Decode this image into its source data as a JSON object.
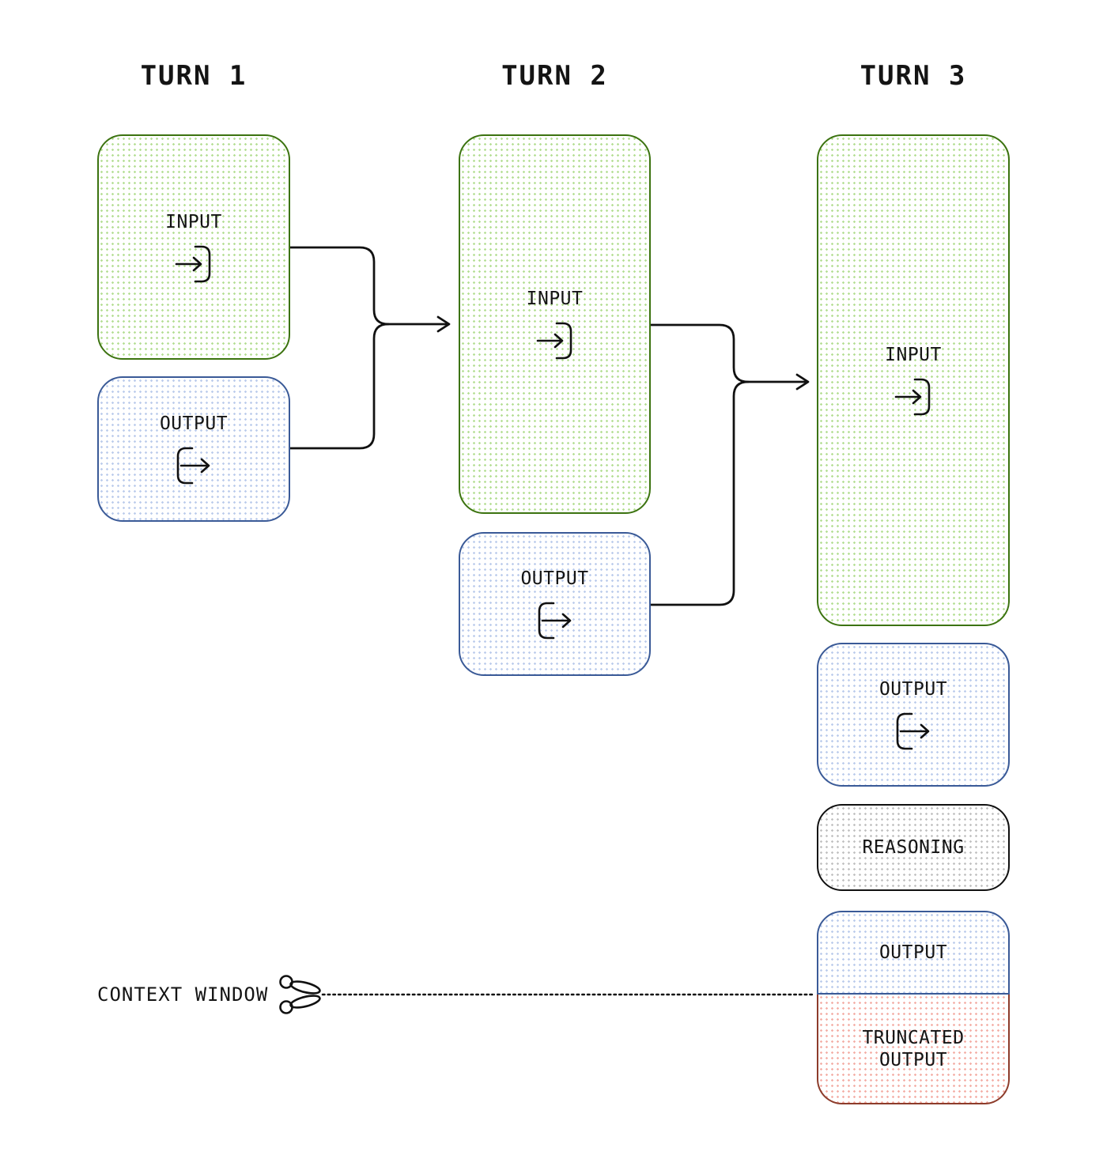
{
  "turns": [
    {
      "title": "TURN 1",
      "input_label": "INPUT",
      "output_label": "OUTPUT"
    },
    {
      "title": "TURN 2",
      "input_label": "INPUT",
      "output_label": "OUTPUT"
    },
    {
      "title": "TURN 3",
      "input_label": "INPUT",
      "output_label": "OUTPUT",
      "reasoning_label": "REASONING",
      "final_output_label": "OUTPUT",
      "truncated_output_label": "TRUNCATED OUTPUT"
    }
  ],
  "context_window": {
    "label": "CONTEXT WINDOW",
    "icon": "scissors-icon"
  },
  "icons": {
    "input": "arrow-into-bracket-icon",
    "output": "arrow-out-of-bracket-icon",
    "cut": "scissors-icon"
  },
  "colors": {
    "background": "#ffffff",
    "line": "#111111",
    "text": "#141414",
    "green_border": "#3c7310",
    "green_dot": "#b6df96",
    "blue_border": "#3a5a97",
    "blue_dot": "#bdcdec",
    "black_border": "#111111",
    "gray_dot": "#c2c2c2",
    "red_border": "#8d3c2b",
    "red_dot": "#f4b0a8"
  }
}
